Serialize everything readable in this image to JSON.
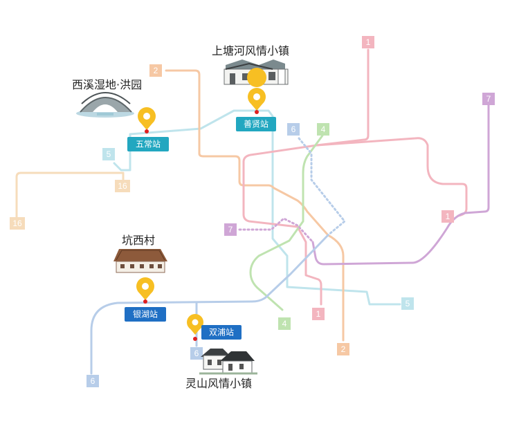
{
  "colors": {
    "line1": "#f3b5bf",
    "line2": "#f6c8a4",
    "line4": "#bfe3b0",
    "line5": "#bfe4ec",
    "line6": "#b7cde9",
    "line7": "#cfa6d6",
    "line16": "#f6dcbb",
    "station_teal": "#22a7c0",
    "station_blue": "#1f6fc4",
    "pin": "#f7bf23",
    "pin_dot": "#e02020"
  },
  "line_labels": {
    "l1_top": "1",
    "l1_right": "1",
    "l1_bottom": "1",
    "l2_top": "2",
    "l2_bottom": "2",
    "l4_top": "4",
    "l4_bottom": "4",
    "l5_left": "5",
    "l5_right": "5",
    "l6_top": "6",
    "l6_mid": "6",
    "l6_bottom": "6",
    "l7_left": "7",
    "l7_right": "7",
    "l16_a": "16",
    "l16_b": "16"
  },
  "places": {
    "shantang": "上塘河风情小镇",
    "xixi": "西溪湿地·洪园",
    "kengxi": "坑西村",
    "lingshan": "灵山风情小镇"
  },
  "stations": {
    "shanxian": "善贤站",
    "wuchang": "五常站",
    "yinhu": "银湖站",
    "shuangpu": "双浦站"
  },
  "icons": {
    "pin": "map-pin-icon",
    "pavilion": "pavilion-icon",
    "bridge": "arch-bridge-icon",
    "house": "house-icon",
    "village": "village-icon"
  }
}
